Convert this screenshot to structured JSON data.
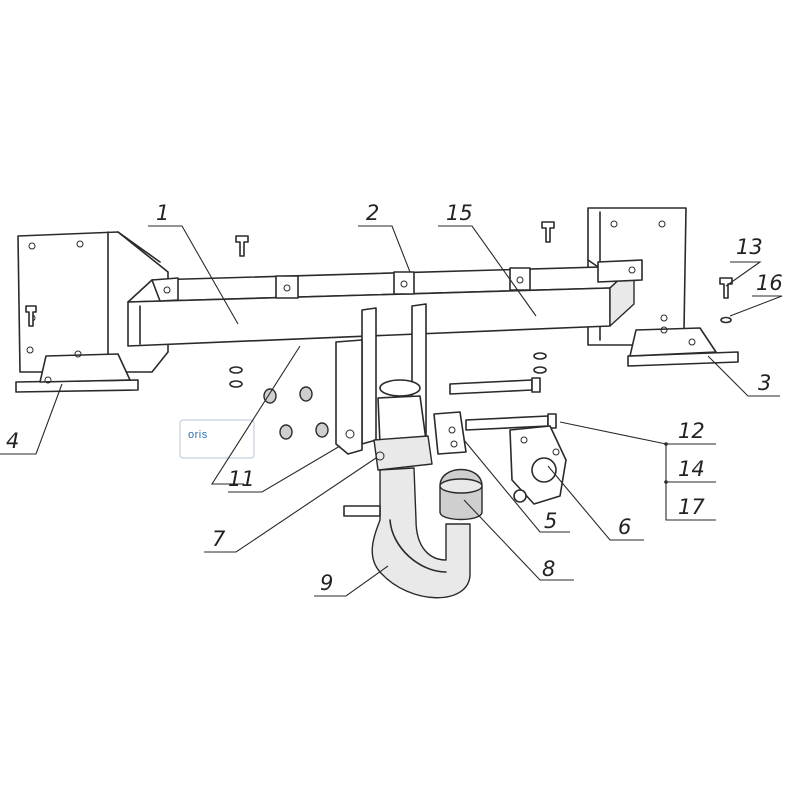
{
  "diagram": {
    "logo": {
      "text": "oris"
    },
    "callouts": [
      {
        "id": "c1",
        "label": "1"
      },
      {
        "id": "c2",
        "label": "2"
      },
      {
        "id": "c3",
        "label": "3"
      },
      {
        "id": "c4",
        "label": "4"
      },
      {
        "id": "c5",
        "label": "5"
      },
      {
        "id": "c6",
        "label": "6"
      },
      {
        "id": "c7",
        "label": "7"
      },
      {
        "id": "c8",
        "label": "8"
      },
      {
        "id": "c9",
        "label": "9"
      },
      {
        "id": "c11",
        "label": "11"
      },
      {
        "id": "c12",
        "label": "12"
      },
      {
        "id": "c13",
        "label": "13"
      },
      {
        "id": "c14",
        "label": "14"
      },
      {
        "id": "c15",
        "label": "15"
      },
      {
        "id": "c16",
        "label": "16"
      },
      {
        "id": "c17",
        "label": "17"
      }
    ],
    "colors": {
      "line": "#2a2a2a",
      "logo": "#2c6fb5"
    }
  }
}
